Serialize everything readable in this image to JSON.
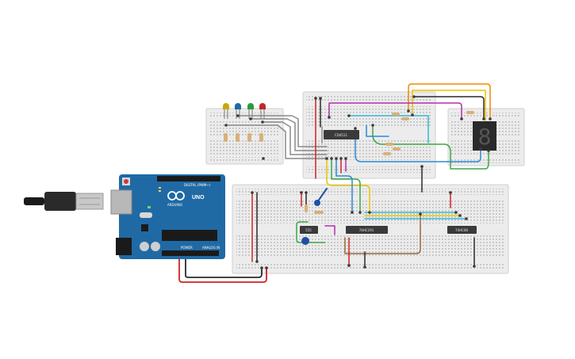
{
  "canvas": {
    "background": "#ffffff"
  },
  "arduino": {
    "model_label": "UNO",
    "brand_label": "ARDUINO",
    "digital_label": "DIGITAL (PWM~)",
    "power_label": "POWER",
    "analog_label": "ANALOG IN",
    "board_color": "#1f6aa5"
  },
  "chips": [
    {
      "id": "decoder",
      "label": "CD4511"
    },
    {
      "id": "timer",
      "label": "555"
    },
    {
      "id": "counter1",
      "label": "74HC191"
    },
    {
      "id": "counter2",
      "label": "74HC08"
    }
  ],
  "leds": [
    {
      "name": "yellow-led",
      "color": "#c8a800"
    },
    {
      "name": "blue-led",
      "color": "#1f6aa5"
    },
    {
      "name": "green-led",
      "color": "#2e9a3e"
    },
    {
      "name": "red-led",
      "color": "#c0282a"
    }
  ],
  "display": {
    "type": "seven-segment",
    "digit": "8"
  },
  "wire_colors": {
    "red": "#d42020",
    "black": "#2a2a2a",
    "gray": "#8a8a8a",
    "orange": "#f08a00",
    "yellow": "#e8c400",
    "green": "#3aa845",
    "blue": "#2a8ad8",
    "cyan": "#35b8d8",
    "purple": "#b030a8",
    "brown": "#9a6a3a"
  }
}
